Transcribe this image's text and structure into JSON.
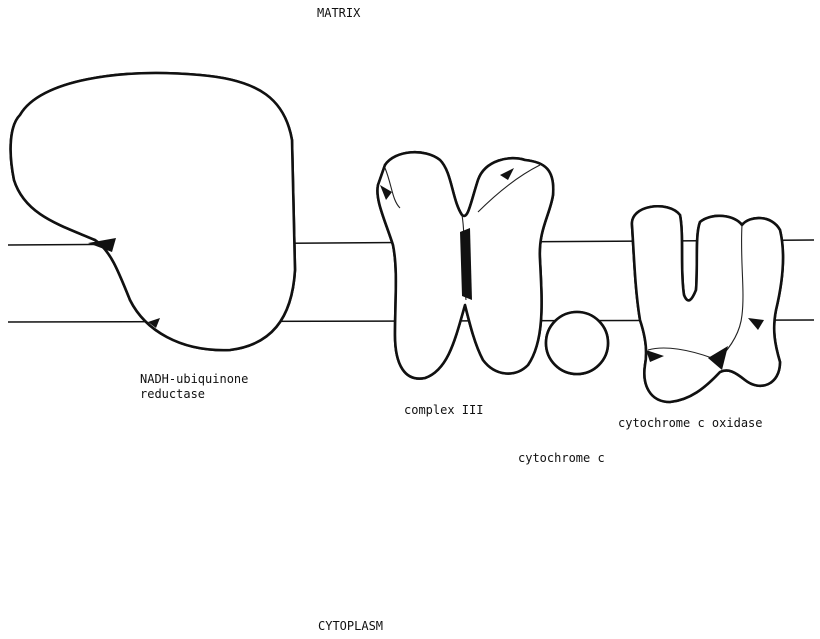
{
  "compartments": {
    "top": "MATRIX",
    "bottom": "CYTOPLASM"
  },
  "complexes": {
    "nadh": {
      "line1": "NADH-ubiquinone",
      "line2": "reductase"
    },
    "complex3": "complex III",
    "cytc": "cytochrome c",
    "oxidase": "cytochrome c oxidase"
  },
  "colors": {
    "ink": "#111111",
    "background": "#ffffff"
  }
}
